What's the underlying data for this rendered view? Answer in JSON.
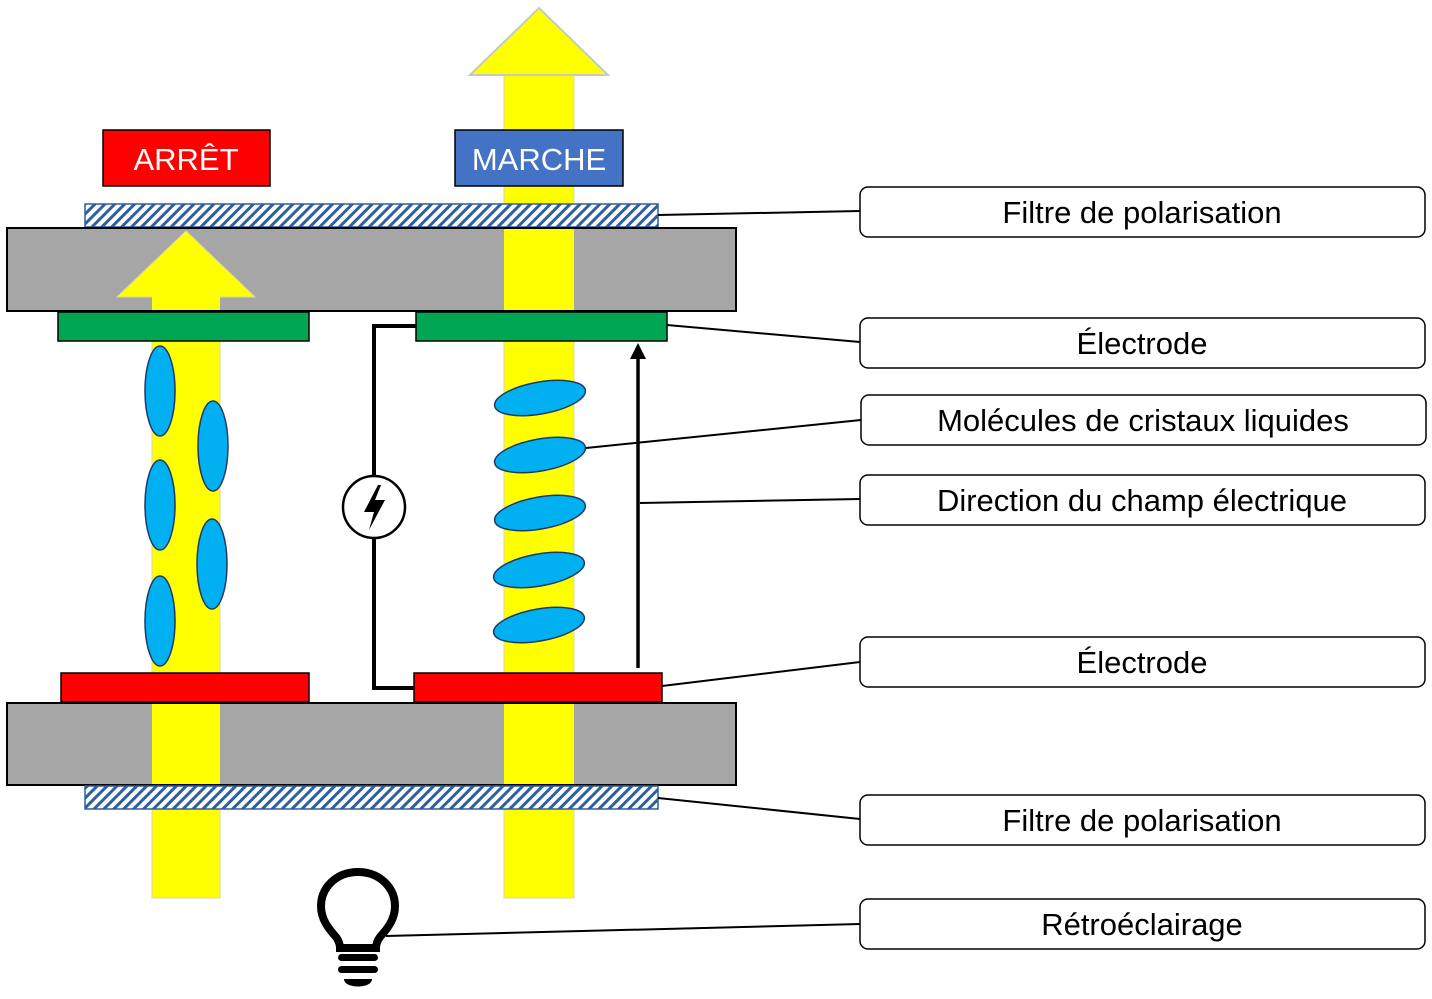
{
  "states": {
    "off_label": "ARRÊT",
    "on_label": "MARCHE"
  },
  "callouts": {
    "top_polarizer": "Filtre de polarisation",
    "top_electrode": "Électrode",
    "liquid_crystal": "Molécules de cristaux liquides",
    "field_direction": "Direction du champ électrique",
    "bottom_electrode": "Électrode",
    "bottom_polarizer": "Filtre de polarisation",
    "backlight": "Rétroéclairage"
  },
  "colors": {
    "light": "#ffff00",
    "glass": "#a6a6a6",
    "top_electrode": "#00a651",
    "bottom_electrode": "#ff0000",
    "molecule": "#00b0f0",
    "off_badge": "#ff0000",
    "on_badge": "#4472c4",
    "polarizer_stripe": "#2e5f9e"
  },
  "icons": {
    "power_source": "lightning-bolt-icon",
    "backlight": "light-bulb-icon"
  }
}
